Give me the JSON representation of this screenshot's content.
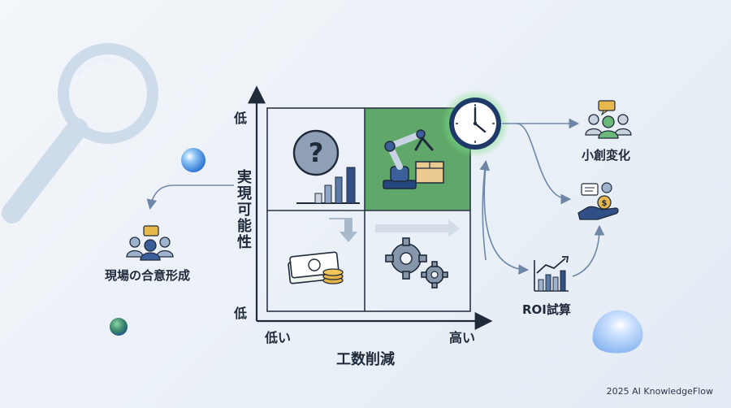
{
  "axes": {
    "y_label": "実現可能性",
    "y_low": "低",
    "y_high": "低",
    "x_label": "工数削減",
    "x_low": "低い",
    "x_high": "高い"
  },
  "nodes": {
    "consensus": "現場の合意形成",
    "small_change": "小創変化",
    "roi": "ROI試算"
  },
  "footer": "2025 AI KnowledgeFlow",
  "colors": {
    "navy": "#1f3a68",
    "highlight_green": "#5fa86a",
    "grid_line": "#1f2a3a",
    "accent_blue": "#8ea9c8"
  },
  "icons": [
    "magnifier-icon",
    "question-icon",
    "bar-chart-icon",
    "robot-arm-icon",
    "money-stack-icon",
    "gears-icon",
    "clock-icon",
    "people-chat-icon",
    "hand-coin-icon",
    "growth-chart-icon"
  ]
}
